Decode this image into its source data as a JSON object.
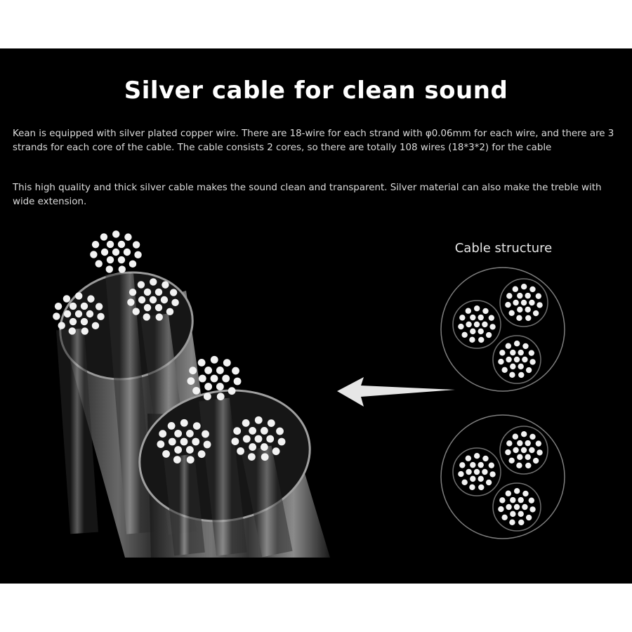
{
  "title": "Silver cable for clean sound",
  "paragraphs": [
    "Kean is equipped with silver plated copper wire. There are 18-wire for each strand with φ0.06mm for each wire, and there are 3 strands for each core of the cable. The cable consists 2 cores, so there are totally 108 wires (18*3*2) for the cable",
    "This high quality and thick silver cable makes the sound clean and transparent. Silver material can also make the treble with wide extension."
  ],
  "diagram": {
    "label": "Cable structure",
    "cores": 2,
    "strands_per_core": 3,
    "wires_per_strand": 18
  },
  "colors": {
    "background": "#000000",
    "text": "#ffffff",
    "wire": "#f2f2f2",
    "outline": "#8a8a8a"
  }
}
